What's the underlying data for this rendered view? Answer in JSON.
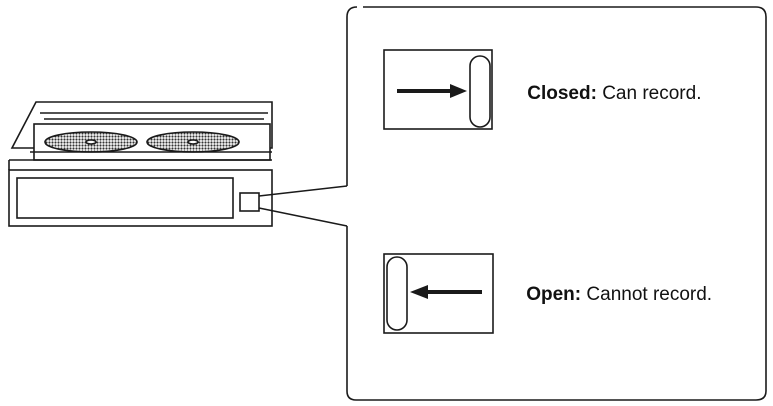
{
  "diagram": {
    "subject": "video cassette erase-prevention tab",
    "states": [
      {
        "id": "closed",
        "term": "Closed",
        "separator": ":",
        "description": " Can record.",
        "arrow_direction": "right",
        "slider_side": "right"
      },
      {
        "id": "open",
        "term": "Open",
        "separator": ":",
        "description": " Cannot record.",
        "arrow_direction": "left",
        "slider_side": "left"
      }
    ],
    "colors": {
      "line": "#1a1a1a",
      "reel_fill": "#9a9a9a",
      "background": "#ffffff"
    }
  }
}
